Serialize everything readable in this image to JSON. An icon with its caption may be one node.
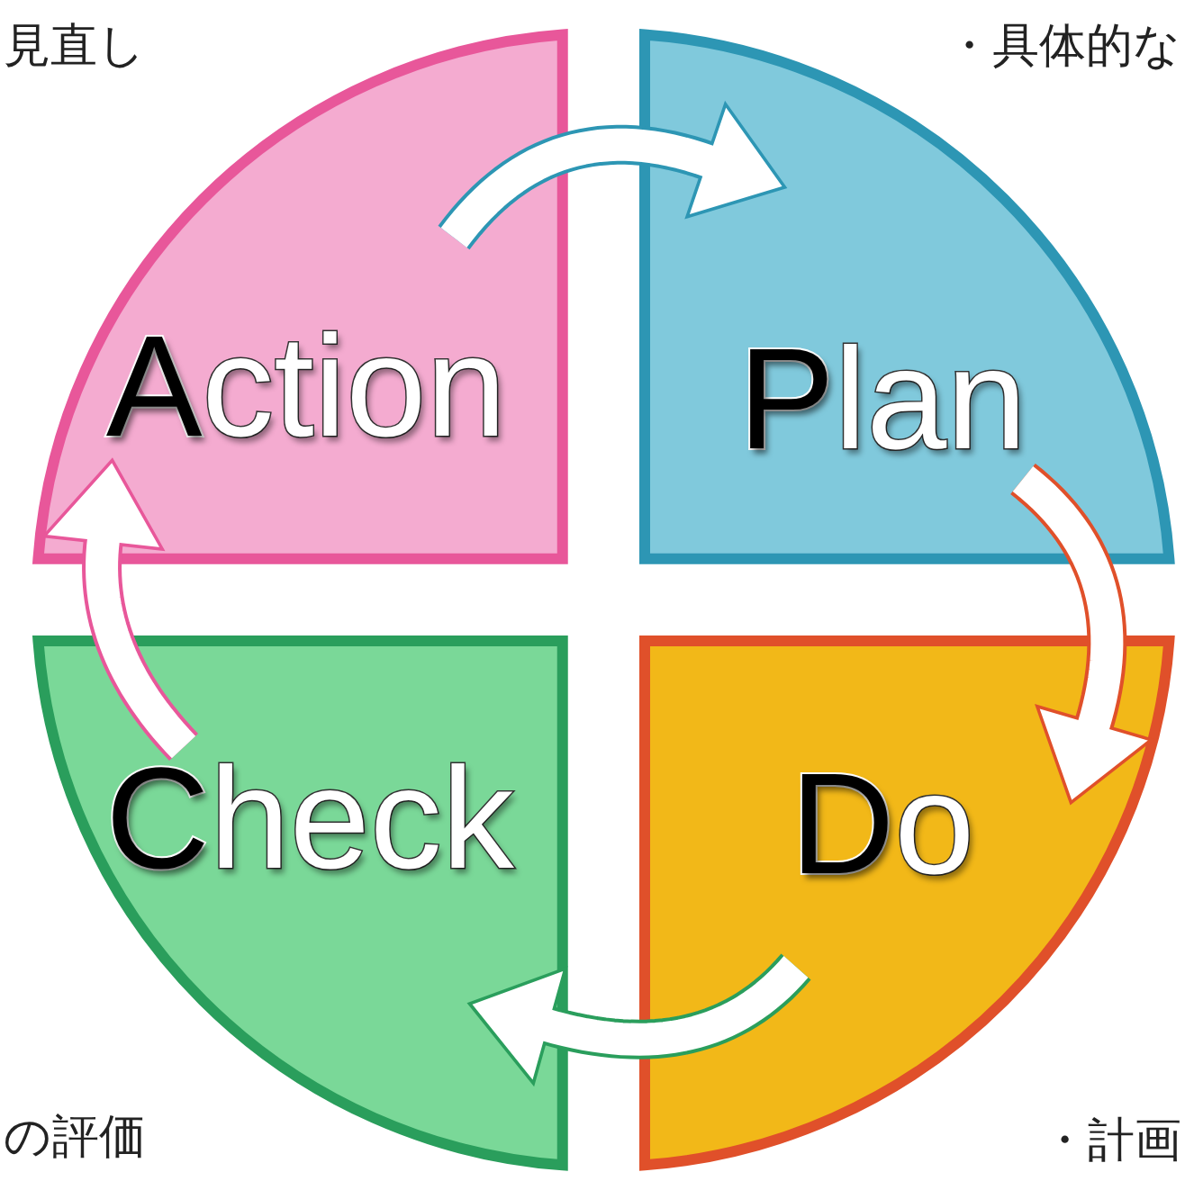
{
  "diagram": {
    "nodes": [
      {
        "text": [
          "Action"
        ]
      },
      {
        "text": [
          "Plan"
        ]
      },
      {
        "text": [
          "Check"
        ]
      },
      {
        "text": [
          "Do"
        ]
      }
    ],
    "edges": [
      {
        "from": 0,
        "to": 1,
        "arrow": "to",
        "color": "#2d96b4"
      },
      {
        "from": 1,
        "to": 3,
        "arrow": "to",
        "color": "#e0502a"
      },
      {
        "from": 3,
        "to": 2,
        "arrow": "to",
        "color": "#2a9e5c"
      },
      {
        "from": 2,
        "to": 0,
        "arrow": "to",
        "color": "#e8579a"
      }
    ],
    "labels": [
      "見直し",
      "・具体的な",
      "の評価",
      "・計画"
    ]
  }
}
